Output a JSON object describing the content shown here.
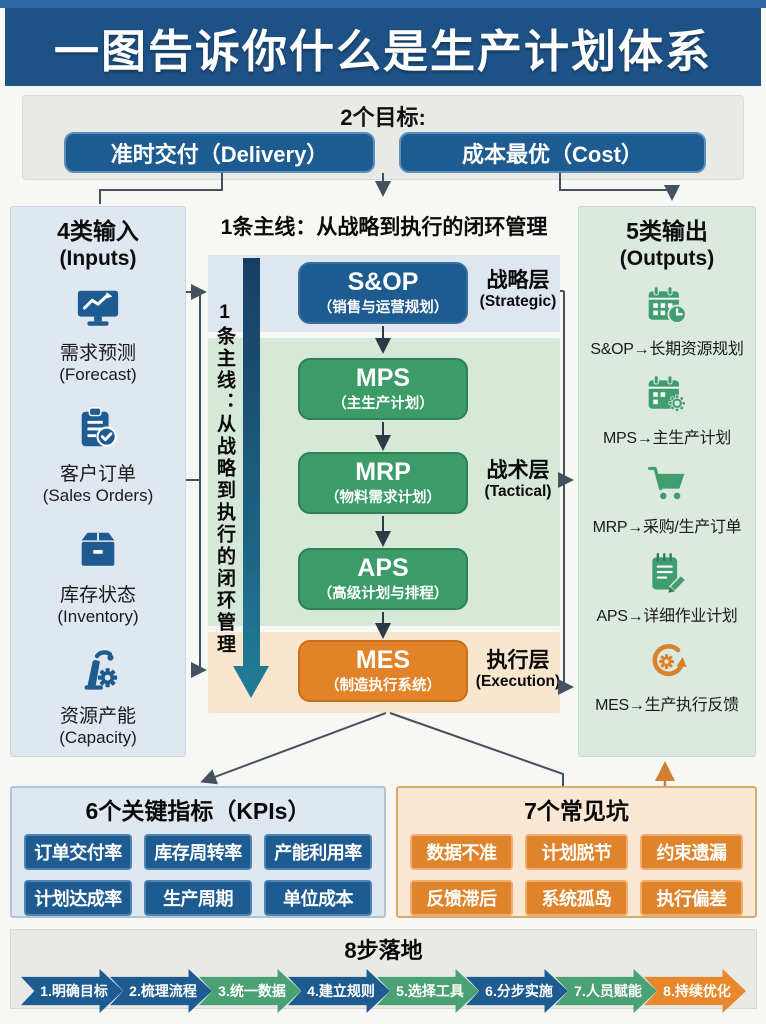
{
  "title": "一图告诉你什么是生产计划体系",
  "goals": {
    "header": "2个目标:",
    "items": [
      "准时交付（Delivery）",
      "成本最优（Cost）"
    ]
  },
  "inputs": {
    "title": "4类输入",
    "subtitle": "(Inputs)",
    "items": [
      {
        "icon": "monitor-chart-icon",
        "label": "需求预测",
        "sublabel": "(Forecast)"
      },
      {
        "icon": "clipboard-check-icon",
        "label": "客户订单",
        "sublabel": "(Sales Orders)"
      },
      {
        "icon": "package-box-icon",
        "label": "库存状态",
        "sublabel": "(Inventory)"
      },
      {
        "icon": "robot-arm-gear-icon",
        "label": "资源产能",
        "sublabel": "(Capacity)"
      }
    ]
  },
  "mainline": {
    "header": "1条主线：从战略到执行的闭环管理",
    "vertical_label": "1条主线：从战略到执行的闭环管理",
    "stages": [
      {
        "name": "S&OP",
        "desc": "（销售与运营规划）",
        "color": "#1d5b90"
      },
      {
        "name": "MPS",
        "desc": "（主生产计划）",
        "color": "#3b9c68"
      },
      {
        "name": "MRP",
        "desc": "（物料需求计划）",
        "color": "#3b9c68"
      },
      {
        "name": "APS",
        "desc": "（高级计划与排程）",
        "color": "#3b9c68"
      },
      {
        "name": "MES",
        "desc": "（制造执行系统）",
        "color": "#e2832a"
      }
    ],
    "layers": [
      {
        "label": "战略层",
        "sublabel": "(Strategic)"
      },
      {
        "label": "战术层",
        "sublabel": "(Tactical)"
      },
      {
        "label": "执行层",
        "sublabel": "(Execution)"
      }
    ]
  },
  "outputs": {
    "title": "5类输出",
    "subtitle": "(Outputs)",
    "items": [
      {
        "icon": "calendar-clock-icon",
        "label": "S&OP→长期资源规划"
      },
      {
        "icon": "calendar-gear-icon",
        "label": "MPS→主生产计划"
      },
      {
        "icon": "cart-icon",
        "label": "MRP→采购/生产订单"
      },
      {
        "icon": "notepad-pencil-icon",
        "label": "APS→详细作业计划"
      },
      {
        "icon": "cycle-gear-icon",
        "label": "MES→生产执行反馈"
      }
    ]
  },
  "kpis": {
    "header": "6个关键指标（KPIs）",
    "items": [
      "订单交付率",
      "库存周转率",
      "产能利用率",
      "计划达成率",
      "生产周期",
      "单位成本"
    ]
  },
  "pitfalls": {
    "header": "7个常见坑",
    "items": [
      "数据不准",
      "计划脱节",
      "约束遗漏",
      "反馈滞后",
      "系统孤岛",
      "执行偏差"
    ]
  },
  "steps": {
    "header": "8步落地",
    "items": [
      {
        "label": "1.明确目标",
        "color": "#1d5b90"
      },
      {
        "label": "2.梳理流程",
        "color": "#1d5b90"
      },
      {
        "label": "3.统一数据",
        "color": "#4aa174"
      },
      {
        "label": "4.建立规则",
        "color": "#1d5b90"
      },
      {
        "label": "5.选择工具",
        "color": "#4aa174"
      },
      {
        "label": "6.分步实施",
        "color": "#1d5b90"
      },
      {
        "label": "7.人员赋能",
        "color": "#4aa174"
      },
      {
        "label": "8.持续优化",
        "color": "#e8872b"
      }
    ]
  },
  "colors": {
    "primary_blue": "#1d5b90",
    "green": "#3b9c68",
    "orange": "#e0842c",
    "light_blue_bg": "#dfe7f0",
    "light_green_bg": "#dce9df",
    "light_orange_bg": "#fae8d4",
    "gray_bg": "#e9e9e6",
    "title_bg": "#1e5287"
  }
}
